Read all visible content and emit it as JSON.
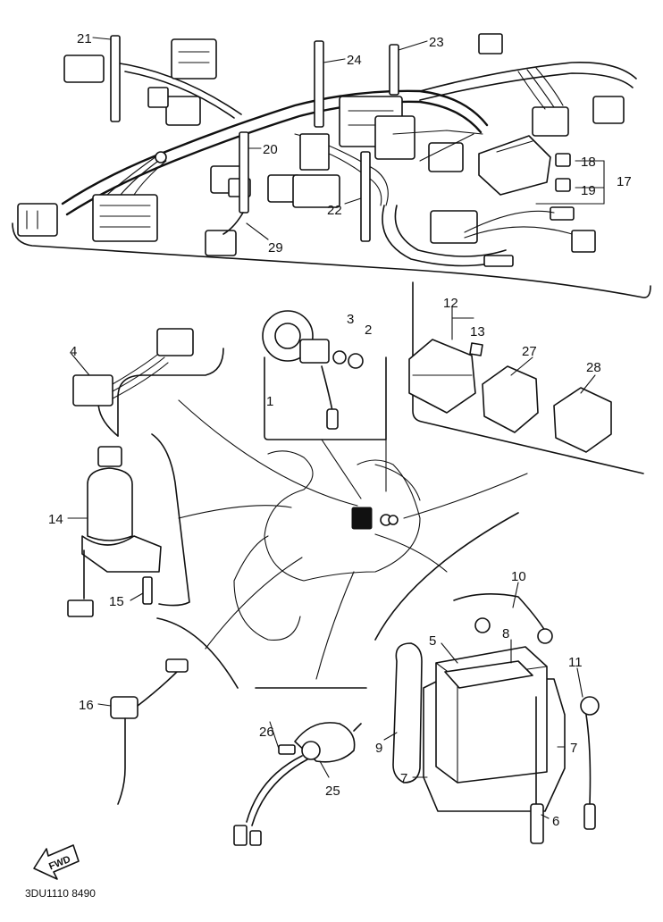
{
  "diagram": {
    "callouts": [
      {
        "id": "21",
        "label": "21"
      },
      {
        "id": "24",
        "label": "24"
      },
      {
        "id": "23",
        "label": "23"
      },
      {
        "id": "20",
        "label": "20"
      },
      {
        "id": "18",
        "label": "18"
      },
      {
        "id": "17",
        "label": "17"
      },
      {
        "id": "19",
        "label": "19"
      },
      {
        "id": "22",
        "label": "22"
      },
      {
        "id": "29",
        "label": "29"
      },
      {
        "id": "3",
        "label": "3"
      },
      {
        "id": "2",
        "label": "2"
      },
      {
        "id": "12",
        "label": "12"
      },
      {
        "id": "13",
        "label": "13"
      },
      {
        "id": "27",
        "label": "27"
      },
      {
        "id": "28",
        "label": "28"
      },
      {
        "id": "4",
        "label": "4"
      },
      {
        "id": "1",
        "label": "1"
      },
      {
        "id": "14",
        "label": "14"
      },
      {
        "id": "15",
        "label": "15"
      },
      {
        "id": "10",
        "label": "10"
      },
      {
        "id": "5",
        "label": "5"
      },
      {
        "id": "8",
        "label": "8"
      },
      {
        "id": "11",
        "label": "11"
      },
      {
        "id": "16",
        "label": "16"
      },
      {
        "id": "26",
        "label": "26"
      },
      {
        "id": "9",
        "label": "9"
      },
      {
        "id": "7a",
        "label": "7"
      },
      {
        "id": "7b",
        "label": "7"
      },
      {
        "id": "25",
        "label": "25"
      },
      {
        "id": "6",
        "label": "6"
      }
    ],
    "fwd_label": "FWD",
    "drawing_code": "3DU1110 8490"
  }
}
